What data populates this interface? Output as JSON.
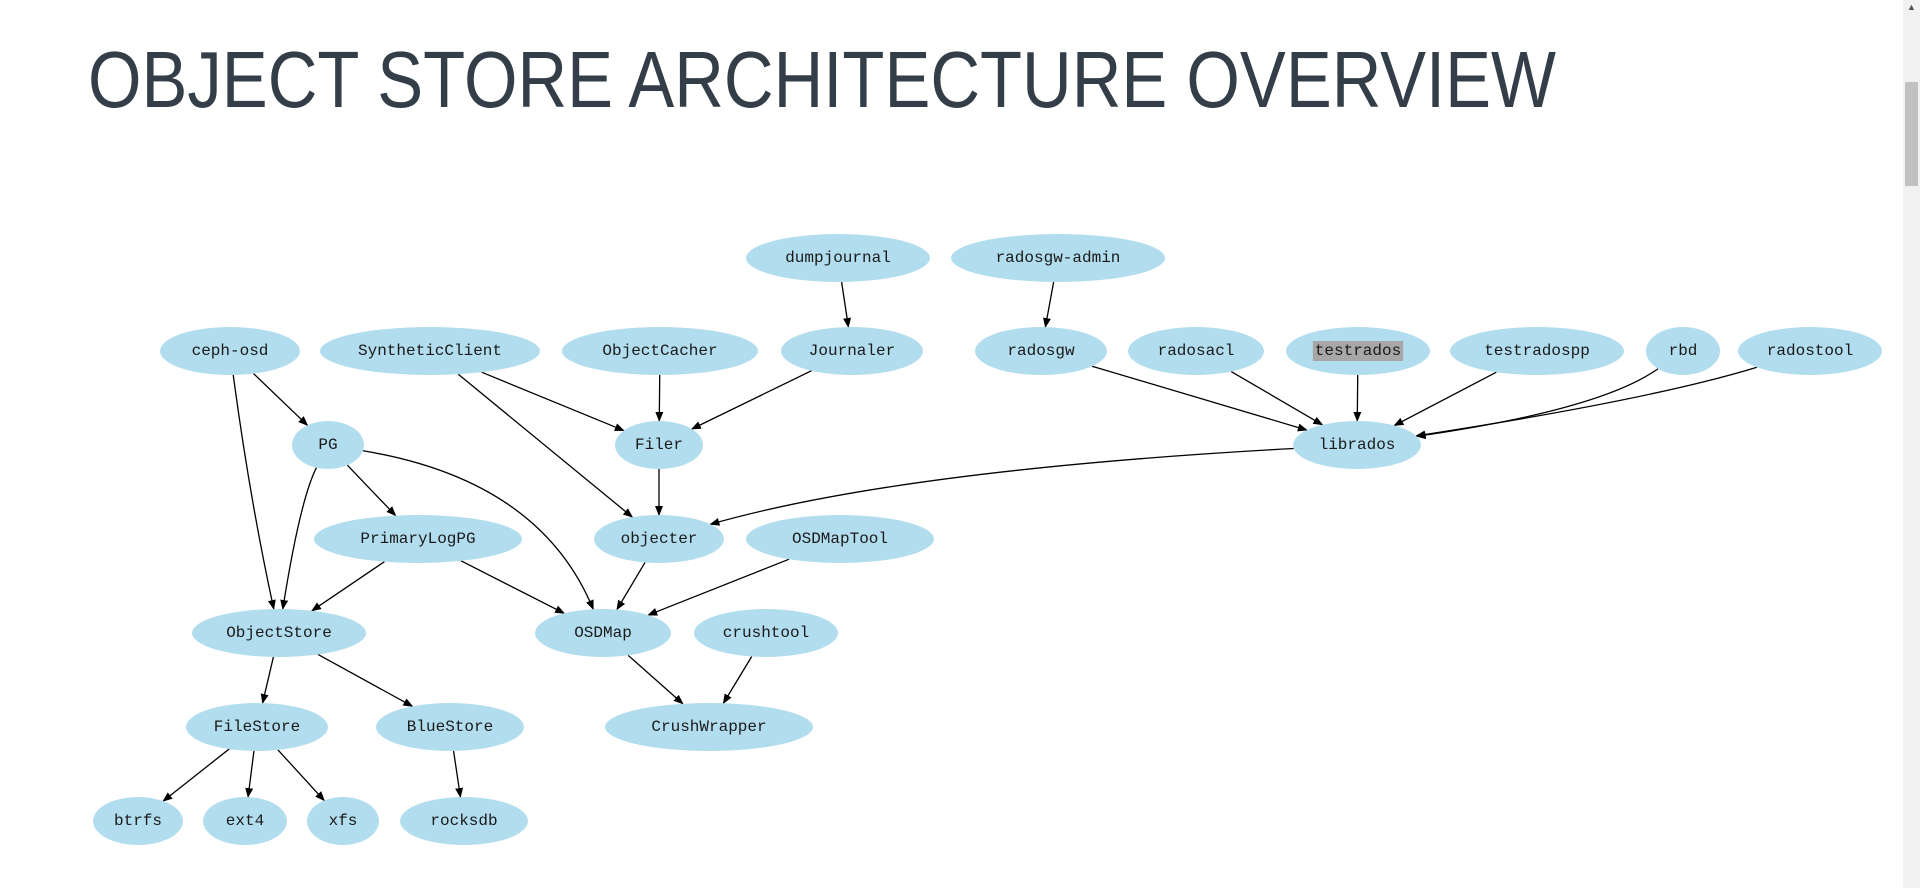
{
  "page": {
    "title": "OBJECT STORE ARCHITECTURE OVERVIEW",
    "highlighted_node": "testrados"
  },
  "colors": {
    "title": "#333e48",
    "node_fill": "#b1ddee",
    "edge": "#000000",
    "highlight": "#a7a7a7"
  },
  "graph": {
    "nodes": [
      {
        "id": "dumpjournal",
        "label": "dumpjournal"
      },
      {
        "id": "radosgw-admin",
        "label": "radosgw-admin"
      },
      {
        "id": "ceph-osd",
        "label": "ceph-osd"
      },
      {
        "id": "SyntheticClient",
        "label": "SyntheticClient"
      },
      {
        "id": "ObjectCacher",
        "label": "ObjectCacher"
      },
      {
        "id": "Journaler",
        "label": "Journaler"
      },
      {
        "id": "radosgw",
        "label": "radosgw"
      },
      {
        "id": "radosacl",
        "label": "radosacl"
      },
      {
        "id": "testrados",
        "label": "testrados"
      },
      {
        "id": "testradospp",
        "label": "testradospp"
      },
      {
        "id": "rbd",
        "label": "rbd"
      },
      {
        "id": "radostool",
        "label": "radostool"
      },
      {
        "id": "PG",
        "label": "PG"
      },
      {
        "id": "Filer",
        "label": "Filer"
      },
      {
        "id": "librados",
        "label": "librados"
      },
      {
        "id": "PrimaryLogPG",
        "label": "PrimaryLogPG"
      },
      {
        "id": "objecter",
        "label": "objecter"
      },
      {
        "id": "OSDMapTool",
        "label": "OSDMapTool"
      },
      {
        "id": "ObjectStore",
        "label": "ObjectStore"
      },
      {
        "id": "OSDMap",
        "label": "OSDMap"
      },
      {
        "id": "crushtool",
        "label": "crushtool"
      },
      {
        "id": "FileStore",
        "label": "FileStore"
      },
      {
        "id": "BlueStore",
        "label": "BlueStore"
      },
      {
        "id": "CrushWrapper",
        "label": "CrushWrapper"
      },
      {
        "id": "btrfs",
        "label": "btrfs"
      },
      {
        "id": "ext4",
        "label": "ext4"
      },
      {
        "id": "xfs",
        "label": "xfs"
      },
      {
        "id": "rocksdb",
        "label": "rocksdb"
      }
    ],
    "edges": [
      {
        "from": "dumpjournal",
        "to": "Journaler"
      },
      {
        "from": "radosgw-admin",
        "to": "radosgw"
      },
      {
        "from": "ceph-osd",
        "to": "PG"
      },
      {
        "from": "ceph-osd",
        "to": "ObjectStore"
      },
      {
        "from": "SyntheticClient",
        "to": "Filer"
      },
      {
        "from": "SyntheticClient",
        "to": "objecter"
      },
      {
        "from": "ObjectCacher",
        "to": "Filer"
      },
      {
        "from": "Journaler",
        "to": "Filer"
      },
      {
        "from": "radosgw",
        "to": "librados"
      },
      {
        "from": "radosacl",
        "to": "librados"
      },
      {
        "from": "testrados",
        "to": "librados"
      },
      {
        "from": "testradospp",
        "to": "librados"
      },
      {
        "from": "rbd",
        "to": "librados"
      },
      {
        "from": "radostool",
        "to": "librados"
      },
      {
        "from": "PG",
        "to": "PrimaryLogPG"
      },
      {
        "from": "PG",
        "to": "ObjectStore"
      },
      {
        "from": "PG",
        "to": "OSDMap"
      },
      {
        "from": "Filer",
        "to": "objecter"
      },
      {
        "from": "librados",
        "to": "objecter"
      },
      {
        "from": "PrimaryLogPG",
        "to": "ObjectStore"
      },
      {
        "from": "PrimaryLogPG",
        "to": "OSDMap"
      },
      {
        "from": "objecter",
        "to": "OSDMap"
      },
      {
        "from": "OSDMapTool",
        "to": "OSDMap"
      },
      {
        "from": "ObjectStore",
        "to": "FileStore"
      },
      {
        "from": "ObjectStore",
        "to": "BlueStore"
      },
      {
        "from": "OSDMap",
        "to": "CrushWrapper"
      },
      {
        "from": "crushtool",
        "to": "CrushWrapper"
      },
      {
        "from": "FileStore",
        "to": "btrfs"
      },
      {
        "from": "FileStore",
        "to": "ext4"
      },
      {
        "from": "FileStore",
        "to": "xfs"
      },
      {
        "from": "BlueStore",
        "to": "rocksdb"
      }
    ]
  }
}
